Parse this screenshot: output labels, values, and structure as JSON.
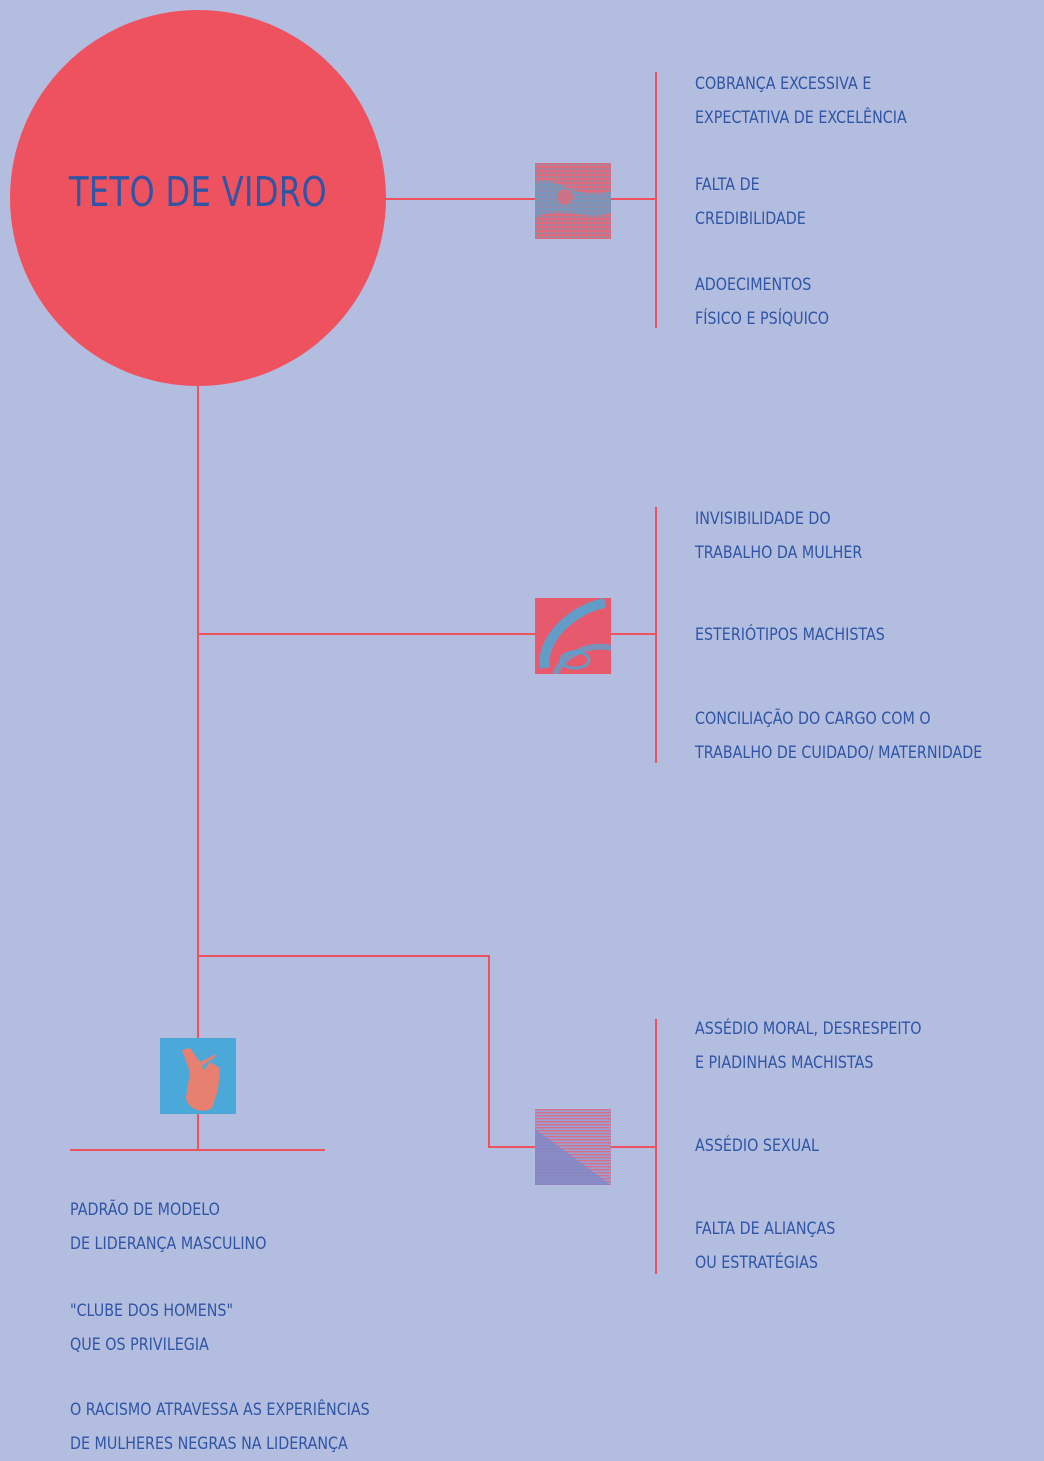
{
  "title": "TETO DE VIDRO",
  "branches": [
    {
      "id": "top",
      "items": [
        [
          "COBRANÇA EXCESSIVA E",
          "EXPECTATIVA DE EXCELÊNCIA"
        ],
        [
          "FALTA DE",
          "CREDIBILIDADE"
        ],
        [
          "ADOECIMENTOS",
          "FÍSICO E PSÍQUICO"
        ]
      ]
    },
    {
      "id": "middle",
      "items": [
        [
          "INVISIBILIDADE DO",
          "TRABALHO DA MULHER"
        ],
        [
          "ESTERIÓTIPOS MACHISTAS"
        ],
        [
          "CONCILIAÇÃO DO CARGO COM O",
          "TRABALHO DE CUIDADO/ MATERNIDADE"
        ]
      ]
    },
    {
      "id": "lower-right",
      "items": [
        [
          "ASSÉDIO MORAL, DESRESPEITO",
          "E PIADINHAS MACHISTAS"
        ],
        [
          "ASSÉDIO SEXUAL"
        ],
        [
          "FALTA DE ALIANÇAS",
          "OU ESTRATÉGIAS"
        ]
      ]
    },
    {
      "id": "bottom-left",
      "items": [
        [
          "PADRÃO DE MODELO",
          "DE LIDERANÇA MASCULINO"
        ],
        [
          "\"CLUBE DOS HOMENS\"",
          "QUE OS PRIVILEGIA"
        ],
        [
          "O RACISMO ATRAVESSA AS EXPERIÊNCIAS",
          "DE MULHERES NEGRAS NA LIDERANÇA"
        ]
      ]
    }
  ],
  "colors": {
    "background": "#b3bde0",
    "accent": "#ef525f",
    "text": "#2f55a4",
    "image_blue": "#4aa9d8"
  },
  "icons": [
    "face-halftone-image",
    "swirl-halftone-image",
    "hand-gesture-image",
    "lines-halftone-image"
  ]
}
